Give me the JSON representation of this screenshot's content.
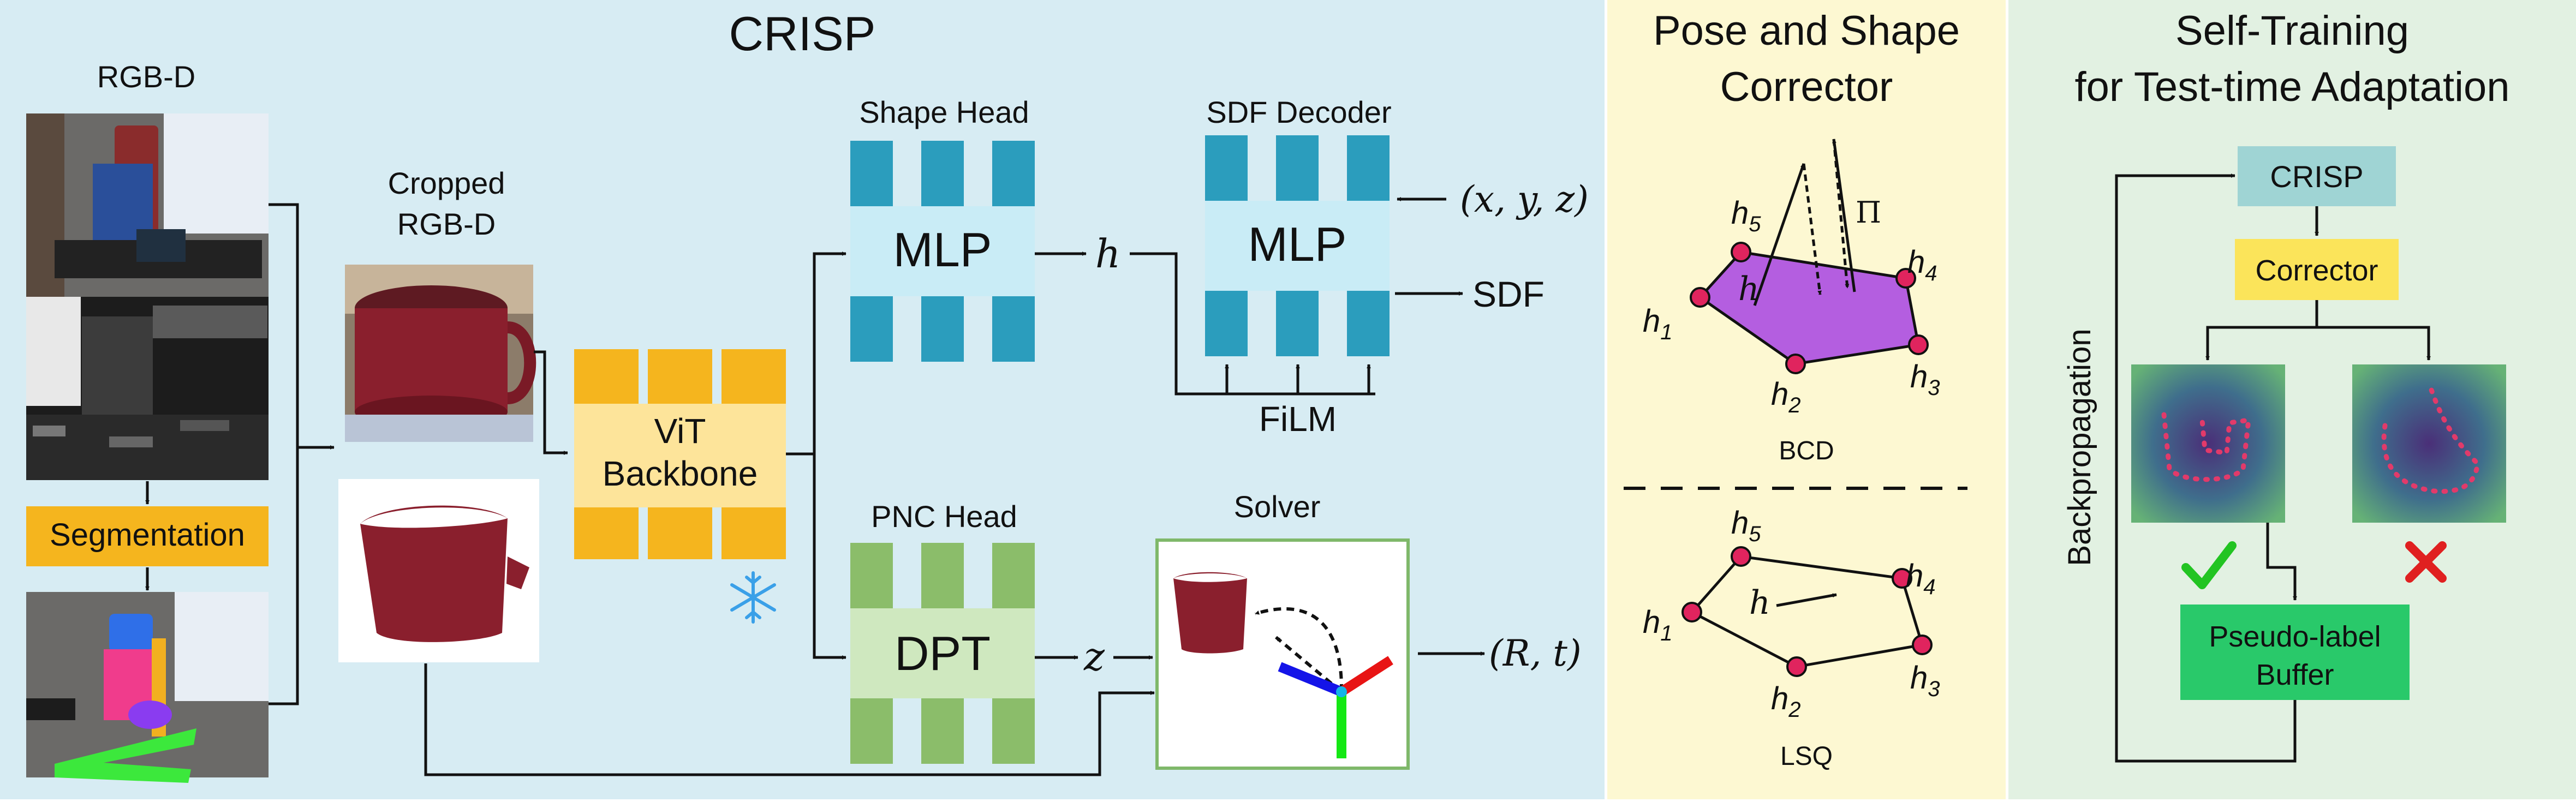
{
  "colors": {
    "panel_crisp": "#d7ecf3",
    "panel_corrector": "#fdf8d2",
    "panel_selftrain": "#e2f1e2",
    "orange": "#f5b51e",
    "orange_light": "#fde49a",
    "teal": "#2b9dbd",
    "teal_light": "#c9ecf6",
    "green": "#8bbd6a",
    "green_light": "#cfe8bf",
    "polygon_fill": "#b45ee0",
    "vertex": "#e0245e",
    "crisp_box": "#9fd4d4",
    "corrector_box": "#fbe45a",
    "buffer_box": "#29c96a",
    "check": "#22c422",
    "cross": "#e02020",
    "mug": "#8a1f2d"
  },
  "icons": [
    "snowflake-icon",
    "check-icon",
    "cross-icon"
  ],
  "crisp": {
    "title": "CRISP",
    "rgbd_label": "RGB-D",
    "segmentation_label": "Segmentation",
    "cropped_label_line1": "Cropped",
    "cropped_label_line2": "RGB-D",
    "vit_line1": "ViT",
    "vit_line2": "Backbone",
    "shape_head_label": "Shape Head",
    "shape_mlp_label": "MLP",
    "h_symbol": "h",
    "sdf_decoder_label": "SDF Decoder",
    "sdf_mlp_label": "MLP",
    "xyz_input": "(x, y, z)",
    "sdf_output": "SDF",
    "film_label": "FiLM",
    "pnc_head_label": "PNC Head",
    "dpt_label": "DPT",
    "z_symbol": "z",
    "solver_label": "Solver",
    "pose_output": "(R, t)"
  },
  "corrector": {
    "title_line1": "Pose and Shape",
    "title_line2": "Corrector",
    "bcd_label": "BCD",
    "lsq_label": "LSQ",
    "pi_symbol": "Π",
    "h_symbol": "h",
    "vertex_labels": [
      {
        "base": "h",
        "sub": "1"
      },
      {
        "base": "h",
        "sub": "2"
      },
      {
        "base": "h",
        "sub": "3"
      },
      {
        "base": "h",
        "sub": "4"
      },
      {
        "base": "h",
        "sub": "5"
      }
    ]
  },
  "selftrain": {
    "title_line1": "Self-Training",
    "title_line2": "for Test-time Adaptation",
    "crisp_box_label": "CRISP",
    "corrector_box_label": "Corrector",
    "backprop_label": "Backpropagation",
    "buffer_line1": "Pseudo-label",
    "buffer_line2": "Buffer"
  }
}
